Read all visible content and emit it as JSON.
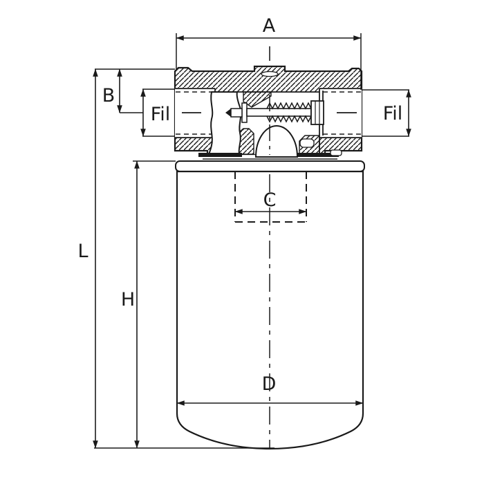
{
  "drawing": {
    "dimension_labels": {
      "head_width": "A",
      "port_center_offset": "B",
      "thread_connection": "C",
      "canister_diameter": "D",
      "overall_length": "L",
      "canister_height": "H",
      "port_left": "Fil",
      "port_right": "Fil"
    },
    "colors": {
      "line": "#1a1a1a",
      "background": "#ffffff"
    }
  }
}
